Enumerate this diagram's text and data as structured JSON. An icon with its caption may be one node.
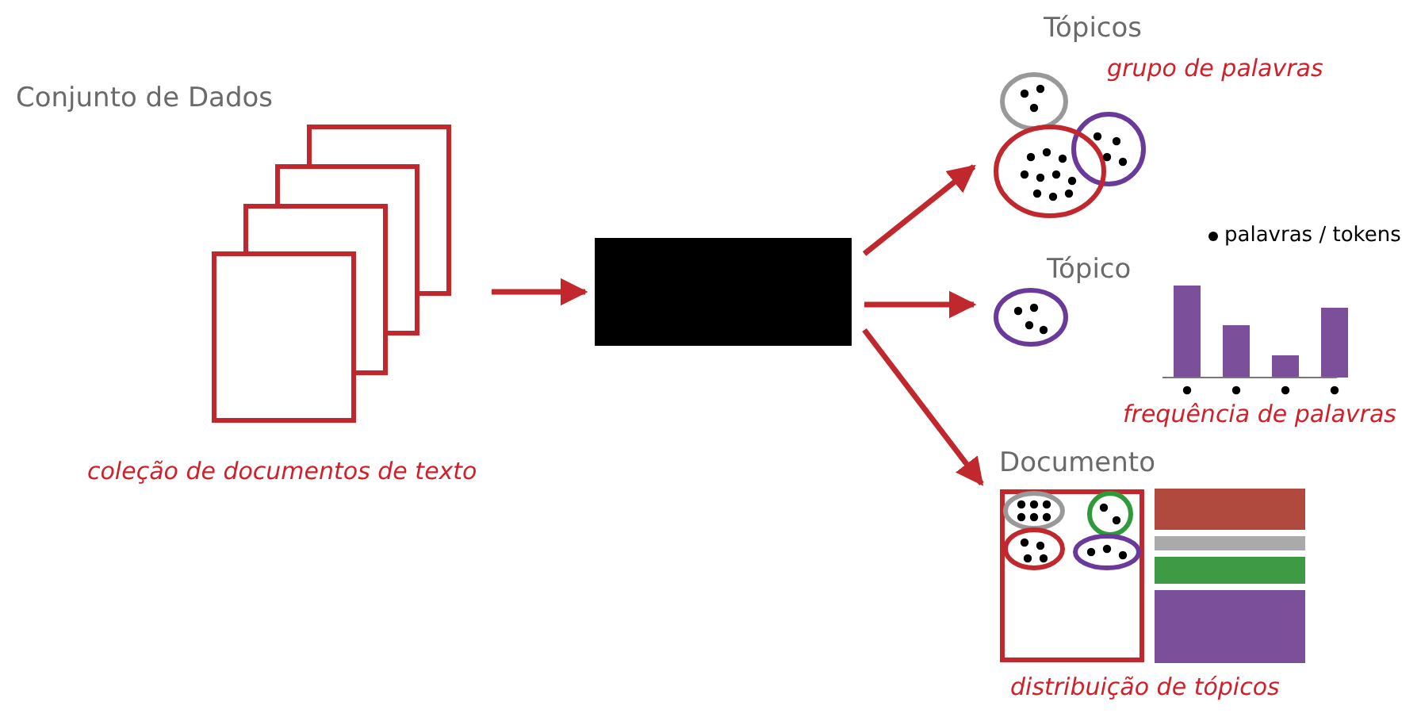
{
  "diagram": {
    "nodes": [
      {
        "text": [
          "Conjunto de Dados"
        ],
        "beside": [
          "coleção de documentos de texto"
        ]
      },
      {
        "text": [],
        "shape": "box"
      },
      {
        "text": [
          "Tópicos"
        ],
        "beside": [
          "grupo de palavras"
        ]
      },
      {
        "text": [
          "Tópico"
        ],
        "beside": [
          "frequência de palavras"
        ]
      },
      {
        "text": [
          "Documento"
        ],
        "beside": [
          "distribuição de tópicos"
        ]
      }
    ],
    "edges": [
      {
        "from": 0,
        "to": 1,
        "arrow": "to"
      },
      {
        "from": 1,
        "to": 2,
        "arrow": "to"
      },
      {
        "from": 1,
        "to": 3,
        "arrow": "to"
      },
      {
        "from": 1,
        "to": 4,
        "arrow": "to"
      }
    ],
    "legend": [
      {
        "text": "palavras / tokens"
      }
    ]
  }
}
